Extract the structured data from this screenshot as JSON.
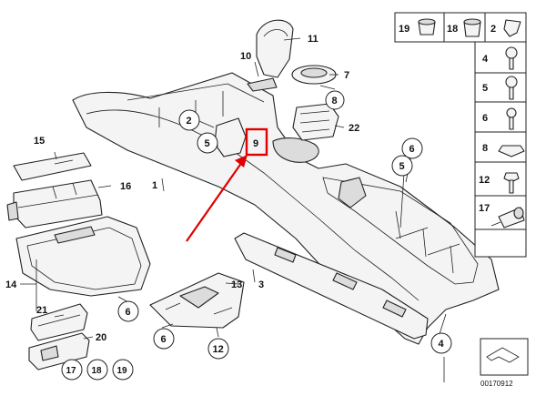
{
  "callouts": {
    "c1": "1",
    "c2": "2",
    "c3": "3",
    "c4": "4",
    "c5a": "5",
    "c5b": "5",
    "c6a": "6",
    "c6b": "6",
    "c6c": "6",
    "c7": "7",
    "c8": "8",
    "c9": "9",
    "c10": "10",
    "c11": "11",
    "c12": "12",
    "c13": "13",
    "c14": "14",
    "c15": "15",
    "c16": "16",
    "c20": "20",
    "c21": "21",
    "c22": "22",
    "c17": "17",
    "c18": "18",
    "c19": "19"
  },
  "side_panel": {
    "box_19": "19",
    "box_18": "18",
    "p2": "2",
    "p4": "4",
    "p5": "5",
    "p6": "6",
    "p8": "8",
    "p12": "12",
    "p17": "17"
  },
  "highlight_color": "#e00000",
  "reference_number": "00170912"
}
